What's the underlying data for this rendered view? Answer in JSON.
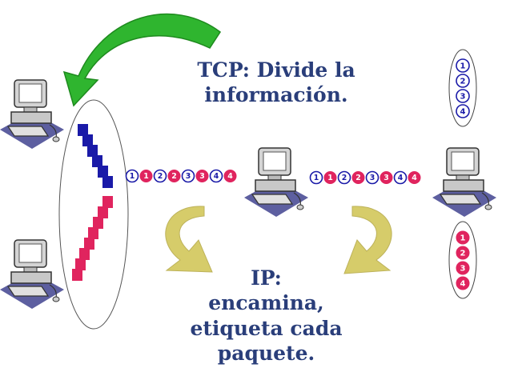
{
  "diagram": {
    "tcp_caption": [
      "TCP: Divide la",
      "información."
    ],
    "ip_caption": [
      "IP:",
      "encamina,",
      "etiqueta cada",
      "paquete."
    ]
  },
  "packet_stream_left": [
    {
      "label": "1",
      "color": "blue"
    },
    {
      "label": "1",
      "color": "red"
    },
    {
      "label": "2",
      "color": "blue"
    },
    {
      "label": "2",
      "color": "red"
    },
    {
      "label": "3",
      "color": "blue"
    },
    {
      "label": "3",
      "color": "red"
    },
    {
      "label": "4",
      "color": "blue"
    },
    {
      "label": "4",
      "color": "red"
    }
  ],
  "packet_stream_right": [
    {
      "label": "1",
      "color": "blue"
    },
    {
      "label": "1",
      "color": "red"
    },
    {
      "label": "2",
      "color": "blue"
    },
    {
      "label": "2",
      "color": "red"
    },
    {
      "label": "3",
      "color": "blue"
    },
    {
      "label": "3",
      "color": "red"
    },
    {
      "label": "4",
      "color": "blue"
    },
    {
      "label": "4",
      "color": "red"
    }
  ],
  "reassembled_blue": [
    {
      "label": "1",
      "color": "blue"
    },
    {
      "label": "2",
      "color": "blue"
    },
    {
      "label": "3",
      "color": "blue"
    },
    {
      "label": "4",
      "color": "blue"
    }
  ],
  "reassembled_red": [
    {
      "label": "1",
      "color": "red"
    },
    {
      "label": "2",
      "color": "red"
    },
    {
      "label": "3",
      "color": "red"
    },
    {
      "label": "4",
      "color": "red"
    }
  ],
  "colors": {
    "blue_packet": "#1a1aa8",
    "red_packet": "#e0245e",
    "caption_text": "#2a3e7a",
    "green_arrow": "#2fb52f",
    "yellow_arrow": "#d6cc6a",
    "computer_body": "#c8c8c8",
    "computer_shadow": "#5d5fa0"
  },
  "icons": [
    "computer-icon",
    "green-curved-arrow-icon",
    "yellow-curved-arrow-icon"
  ]
}
